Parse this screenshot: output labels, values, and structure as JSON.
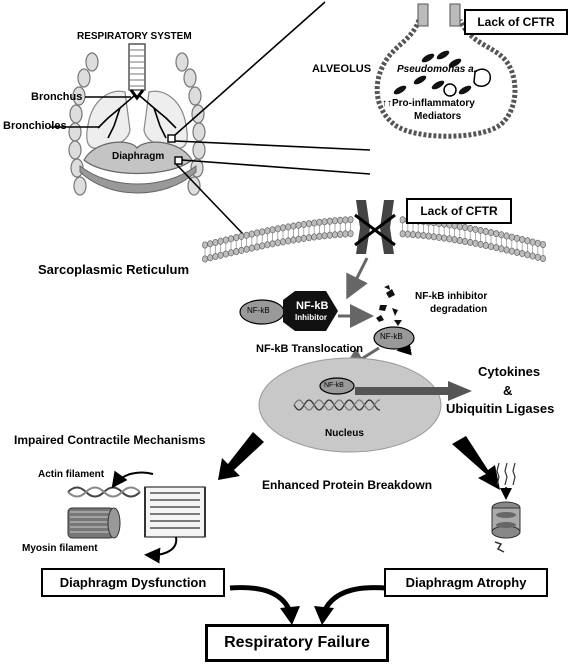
{
  "respiratory_system": {
    "title": "RESPIRATORY SYSTEM",
    "bronchus": "Bronchus",
    "bronchioles": "Bronchioles",
    "diaphragm": "Diaphragm"
  },
  "alveolus": {
    "label": "ALVEOLUS",
    "lack_cftr": "Lack of CFTR",
    "pathogen": "Pseudomonas a.",
    "mediators_line1": "↑↑Pro-inflammatory",
    "mediators_line2": "Mediators"
  },
  "muscle_cell": {
    "lack_cftr": "Lack of CFTR",
    "sarcoplasmic_reticulum": "Sarcoplasmic Reticulum",
    "nfkb_small": "NF-kB",
    "nfkb_inhibitor_line1": "NF-kB",
    "nfkb_inhibitor_line2": "Inhibitor",
    "inhibitor_degradation_line1": "NF-kB  inhibitor",
    "inhibitor_degradation_line2": "degradation",
    "translocation": "NF-kB  Translocation",
    "nfkb_free": "NF-kB",
    "nfkb_nuclear": "NF-kB",
    "nucleus": "Nucleus",
    "cytokines_line1": "Cytokines",
    "cytokines_line2": "&",
    "cytokines_line3": "Ubiquitin Ligases"
  },
  "outcomes": {
    "impaired": "Impaired Contractile Mechanisms",
    "actin": "Actin filament",
    "myosin": "Myosin filament",
    "enhanced": "Enhanced Protein Breakdown",
    "dysfunction": "Diaphragm Dysfunction",
    "atrophy": "Diaphragm Atrophy",
    "failure": "Respiratory Failure"
  },
  "colors": {
    "nucleus_fill": "#c8c8c8",
    "membrane_fill": "#bdbdbd",
    "arrow_gray": "#666666",
    "dark": "#000000"
  }
}
